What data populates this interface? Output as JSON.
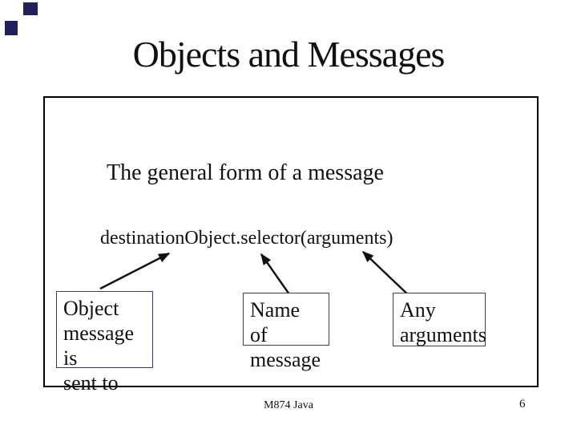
{
  "slide": {
    "title": "Objects and Messages",
    "heading": "The general form of a message",
    "message_form": "destinationObject.selector(arguments)",
    "callouts": [
      {
        "label": "Object message is sent to",
        "lines": [
          "Object",
          "message is",
          "sent to"
        ]
      },
      {
        "label": "Name of message",
        "lines": [
          "Name of",
          "message"
        ]
      },
      {
        "label": "Any arguments",
        "lines": [
          "Any",
          "arguments"
        ]
      }
    ],
    "footer": {
      "course_code": "M874 Java",
      "page_number": "6"
    }
  },
  "icons": {
    "corner_marker": "navy-square"
  },
  "colors": {
    "text": "#111111",
    "frame-border": "#000000",
    "callout-border": "#3d3d6b",
    "arrow": "#111111",
    "corner-marker": "#20205a"
  }
}
